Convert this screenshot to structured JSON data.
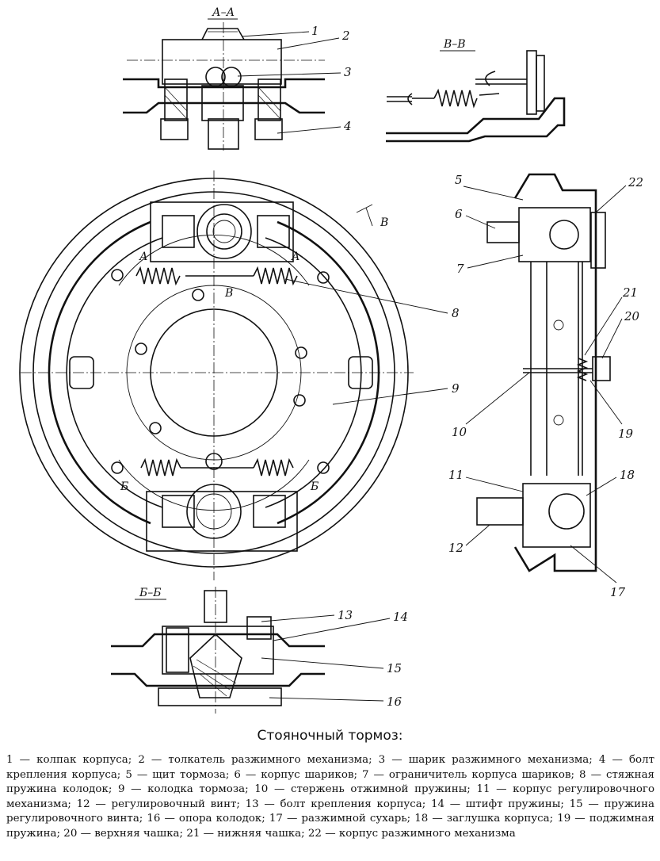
{
  "caption": "Стояночный тормоз:",
  "sections": {
    "aa": "А–А",
    "bb": "Б–Б",
    "vv": "В–В",
    "mark_a": "А",
    "mark_b": "Б",
    "mark_v": "В"
  },
  "callouts": [
    "1",
    "2",
    "3",
    "4",
    "5",
    "6",
    "7",
    "8",
    "9",
    "10",
    "11",
    "12",
    "13",
    "14",
    "15",
    "16",
    "17",
    "18",
    "19",
    "20",
    "21",
    "22"
  ],
  "legend": [
    "1 — колпак корпуса;",
    "2 — толкатель разжимного механизма;",
    "3 — шарик разжимного механизма;",
    "4 — болт крепления корпуса;",
    "5 — щит тормоза;",
    "6 — корпус шариков;",
    "7 — ограничитель корпуса шариков;",
    "8 — стяжная пружина колодок;",
    "9 — колодка тормоза;",
    "10 — стержень отжимной пружины;",
    "11 — корпус регулировочного механизма;",
    "12 — регулировочный винт;",
    "13 — болт крепления корпуса;",
    "14 — штифт пружины;",
    "15 — пружина регулировочного винта;",
    "16 — опора колодок;",
    "17 — разжимной сухарь;",
    "18 — заглушка корпуса;",
    "19 — поджимная пружина;",
    "20 — верхняя чашка;",
    "21 — нижняя чашка;",
    "22 — корпус разжимного механизма"
  ]
}
